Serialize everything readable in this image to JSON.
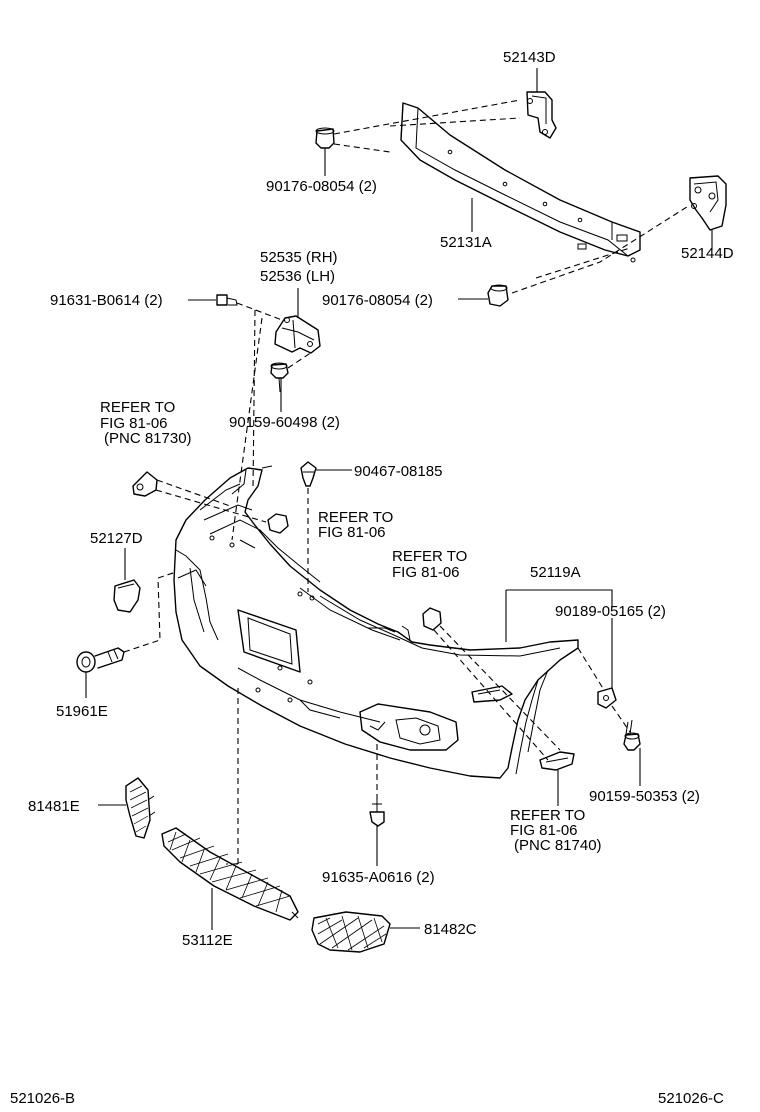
{
  "diagram_code_left": "521026-B",
  "diagram_code_right": "521026-C",
  "labels": {
    "p52143D": "52143D",
    "p90176_top": "90176-08054 (2)",
    "p52131A": "52131A",
    "p52144D": "52144D",
    "p52535": "52535 (RH)",
    "p52536": "52536 (LH)",
    "p91631": "91631-B0614 (2)",
    "p90176_mid": "90176-08054 (2)",
    "p90159_60498": "90159-60498 (2)",
    "ref_81730_l1": "REFER TO",
    "ref_81730_l2": "FIG 81-06",
    "ref_81730_l3": "(PNC 81730)",
    "p90467": "90467-08185",
    "ref_mid_l1": "REFER TO",
    "ref_mid_l2": "FIG 81-06",
    "p52127D": "52127D",
    "ref_center_l1": "REFER TO",
    "ref_center_l2": "FIG 81-06",
    "p52119A": "52119A",
    "p90189": "90189-05165 (2)",
    "p51961E": "51961E",
    "p90159_50353": "90159-50353 (2)",
    "ref_81740_l1": "REFER TO",
    "ref_81740_l2": "FIG 81-06",
    "ref_81740_l3": "(PNC 81740)",
    "p81481E": "81481E",
    "p91635": "91635-A0616 (2)",
    "p53112E": "53112E",
    "p81482C": "81482C"
  }
}
